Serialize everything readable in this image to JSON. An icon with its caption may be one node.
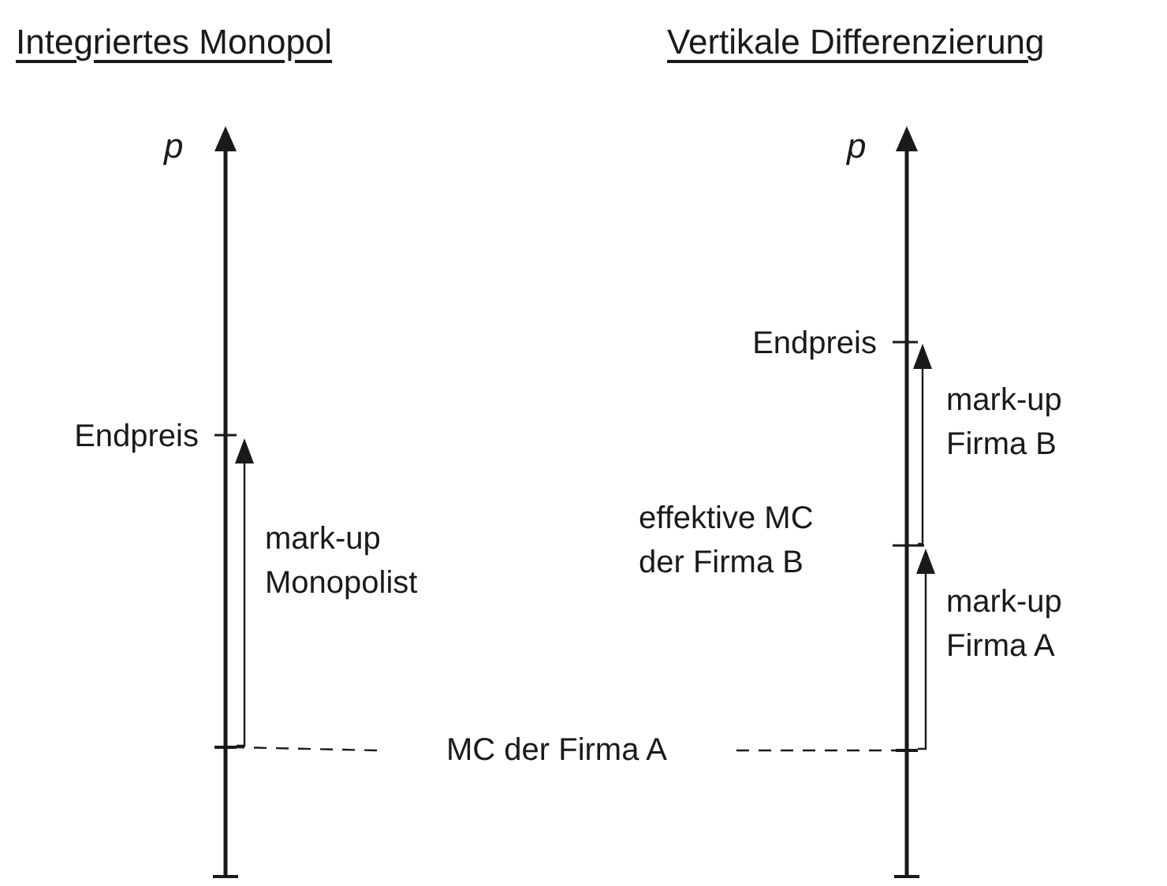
{
  "diagram": {
    "nodes": [
      {
        "text": [
          "MC der Firma A"
        ]
      },
      {
        "text": [],
        "shape": "bar"
      },
      {
        "text": [],
        "shape": "bar"
      }
    ],
    "edges": [
      {
        "from": 0,
        "to": 1,
        "arrow": "none",
        "style": "dashed"
      },
      {
        "from": 0,
        "to": 2,
        "arrow": "none",
        "style": "dashed"
      }
    ],
    "labels": [
      "Integriertes Monopol",
      "Vertikale Differenzierung",
      "p",
      "p",
      "Endpreis",
      "Endpreis",
      "mark-up Firma B",
      "mark-up Monopolist",
      "effektive MC der Firma B",
      "mark-up Firma A"
    ]
  }
}
